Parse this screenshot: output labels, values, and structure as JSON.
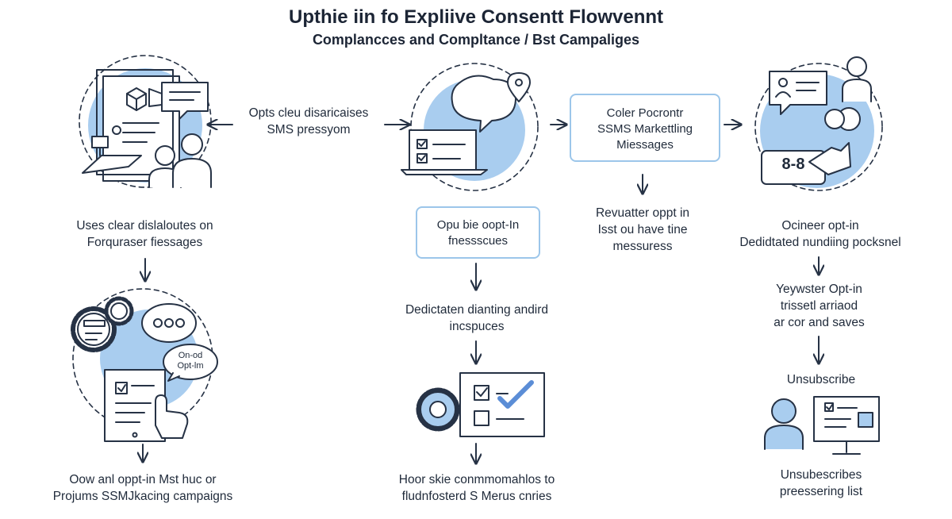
{
  "title": "Upthie iin fo Expliive Consentt Flowvennt",
  "subtitle": "Complancces and Compltance / Bst Campaliges",
  "colors": {
    "accent": "#a9cdef",
    "stroke": "#263245",
    "box_border": "#9cc6ea"
  },
  "left": {
    "label1": [
      "Uses clear dislaloutes on",
      "Forquraser fiessages"
    ],
    "bubble_text": [
      "On-od",
      "Opt-lm"
    ],
    "label2": [
      "Oow anl oppt-in Mst huc or",
      "Projums SSMJkacing campaigns"
    ]
  },
  "connector_top": [
    "Opts cleu disaricaises",
    "SMS pressyom"
  ],
  "center": {
    "box1": [
      "Opu bie oopt-In",
      "fnessscues"
    ],
    "label1": [
      "Dedictaten dianting andird",
      "incspuces"
    ],
    "label2": [
      "Hoor skie conmmomahlos to",
      "fludnfosterd S Merus cnries"
    ]
  },
  "mid_right": {
    "box": [
      "Coler Pocrontr",
      "SSMS Markettling",
      "Miessages"
    ],
    "label": [
      "Revuatter oppt in",
      "Isst ou have tine",
      "messuress"
    ]
  },
  "right": {
    "screen_text": "8-8",
    "label1": [
      "Ocineer opt-in",
      "Dedidtated nundiing pocksnel"
    ],
    "label2": [
      "Yeywster Opt-in",
      "trissetl arriaod",
      "ar cor and saves"
    ],
    "label3": "Unsubscribe",
    "label4": [
      "Unsubescribes",
      "preessering list"
    ]
  },
  "icons": [
    "tablet-icon",
    "chat-bubble-icon",
    "cube-icon",
    "person-icon",
    "gear-icon",
    "ellipsis-bubble-icon",
    "hand-pointer-icon",
    "laptop-icon",
    "location-pin-icon",
    "checklist-icon",
    "checkmark-icon",
    "message-icon",
    "desktop-icon"
  ]
}
